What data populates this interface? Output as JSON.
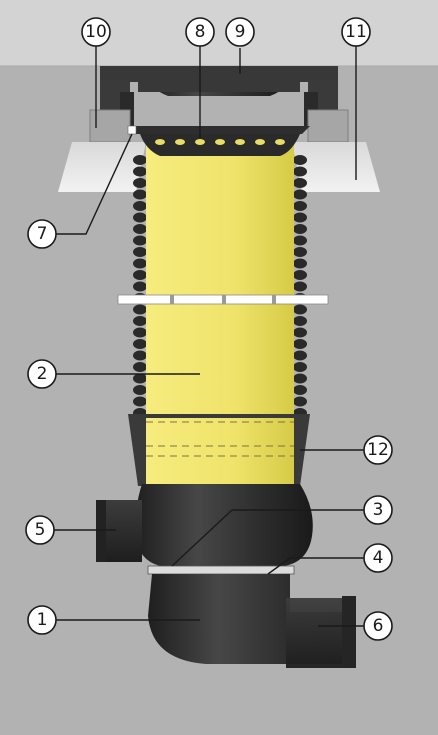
{
  "colors": {
    "background": "#b2b2b2",
    "ceiling": "#d3d3d3",
    "pipe_yellow": "#efe36a",
    "pipe_yellow_dark": "#c9bf3c",
    "corrugation": "#2a2a2a",
    "black_part": "#2b2b2b",
    "black_part_light": "#4a4a4a",
    "cone_light": "#ededed",
    "outline": "#1a1a1a"
  },
  "callouts": [
    {
      "id": "1",
      "label": "1"
    },
    {
      "id": "2",
      "label": "2"
    },
    {
      "id": "3",
      "label": "3"
    },
    {
      "id": "4",
      "label": "4"
    },
    {
      "id": "5",
      "label": "5"
    },
    {
      "id": "6",
      "label": "6"
    },
    {
      "id": "7",
      "label": "7"
    },
    {
      "id": "8",
      "label": "8"
    },
    {
      "id": "9",
      "label": "9"
    },
    {
      "id": "10",
      "label": "10"
    },
    {
      "id": "11",
      "label": "11"
    },
    {
      "id": "12",
      "label": "12"
    }
  ]
}
